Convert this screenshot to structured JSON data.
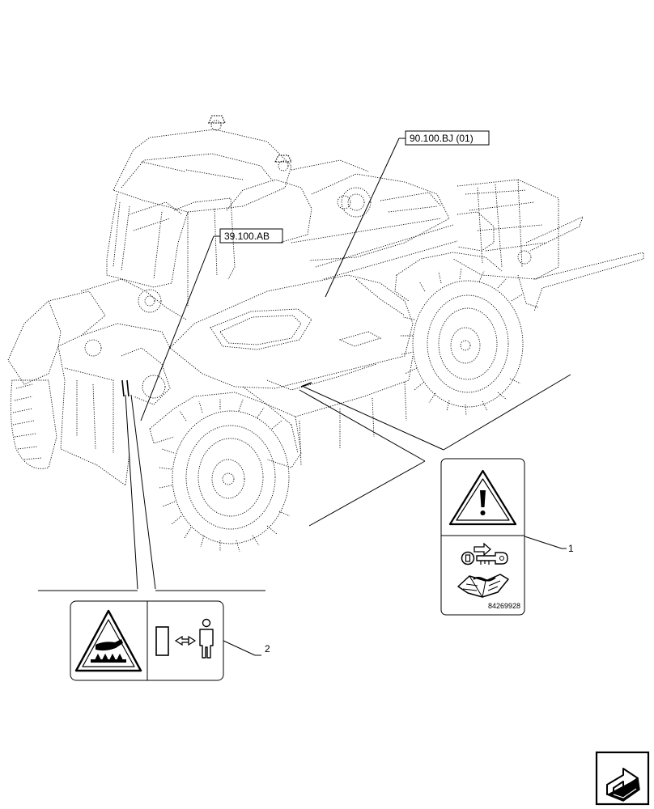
{
  "references": {
    "ref_upper": "90.100.BJ (01)",
    "ref_left": "39.100.AB"
  },
  "callouts": {
    "item_1": "1",
    "item_2": "2"
  },
  "decal_1": {
    "part_code": "84269928",
    "icons": [
      "warning-triangle-icon",
      "ignition-key-icon",
      "operator-manual-icon"
    ]
  },
  "decal_2": {
    "icons": [
      "crush-hazard-triangle-icon",
      "keep-distance-person-icon"
    ]
  },
  "nav": {
    "icon": "next-page-arrow-icon"
  }
}
